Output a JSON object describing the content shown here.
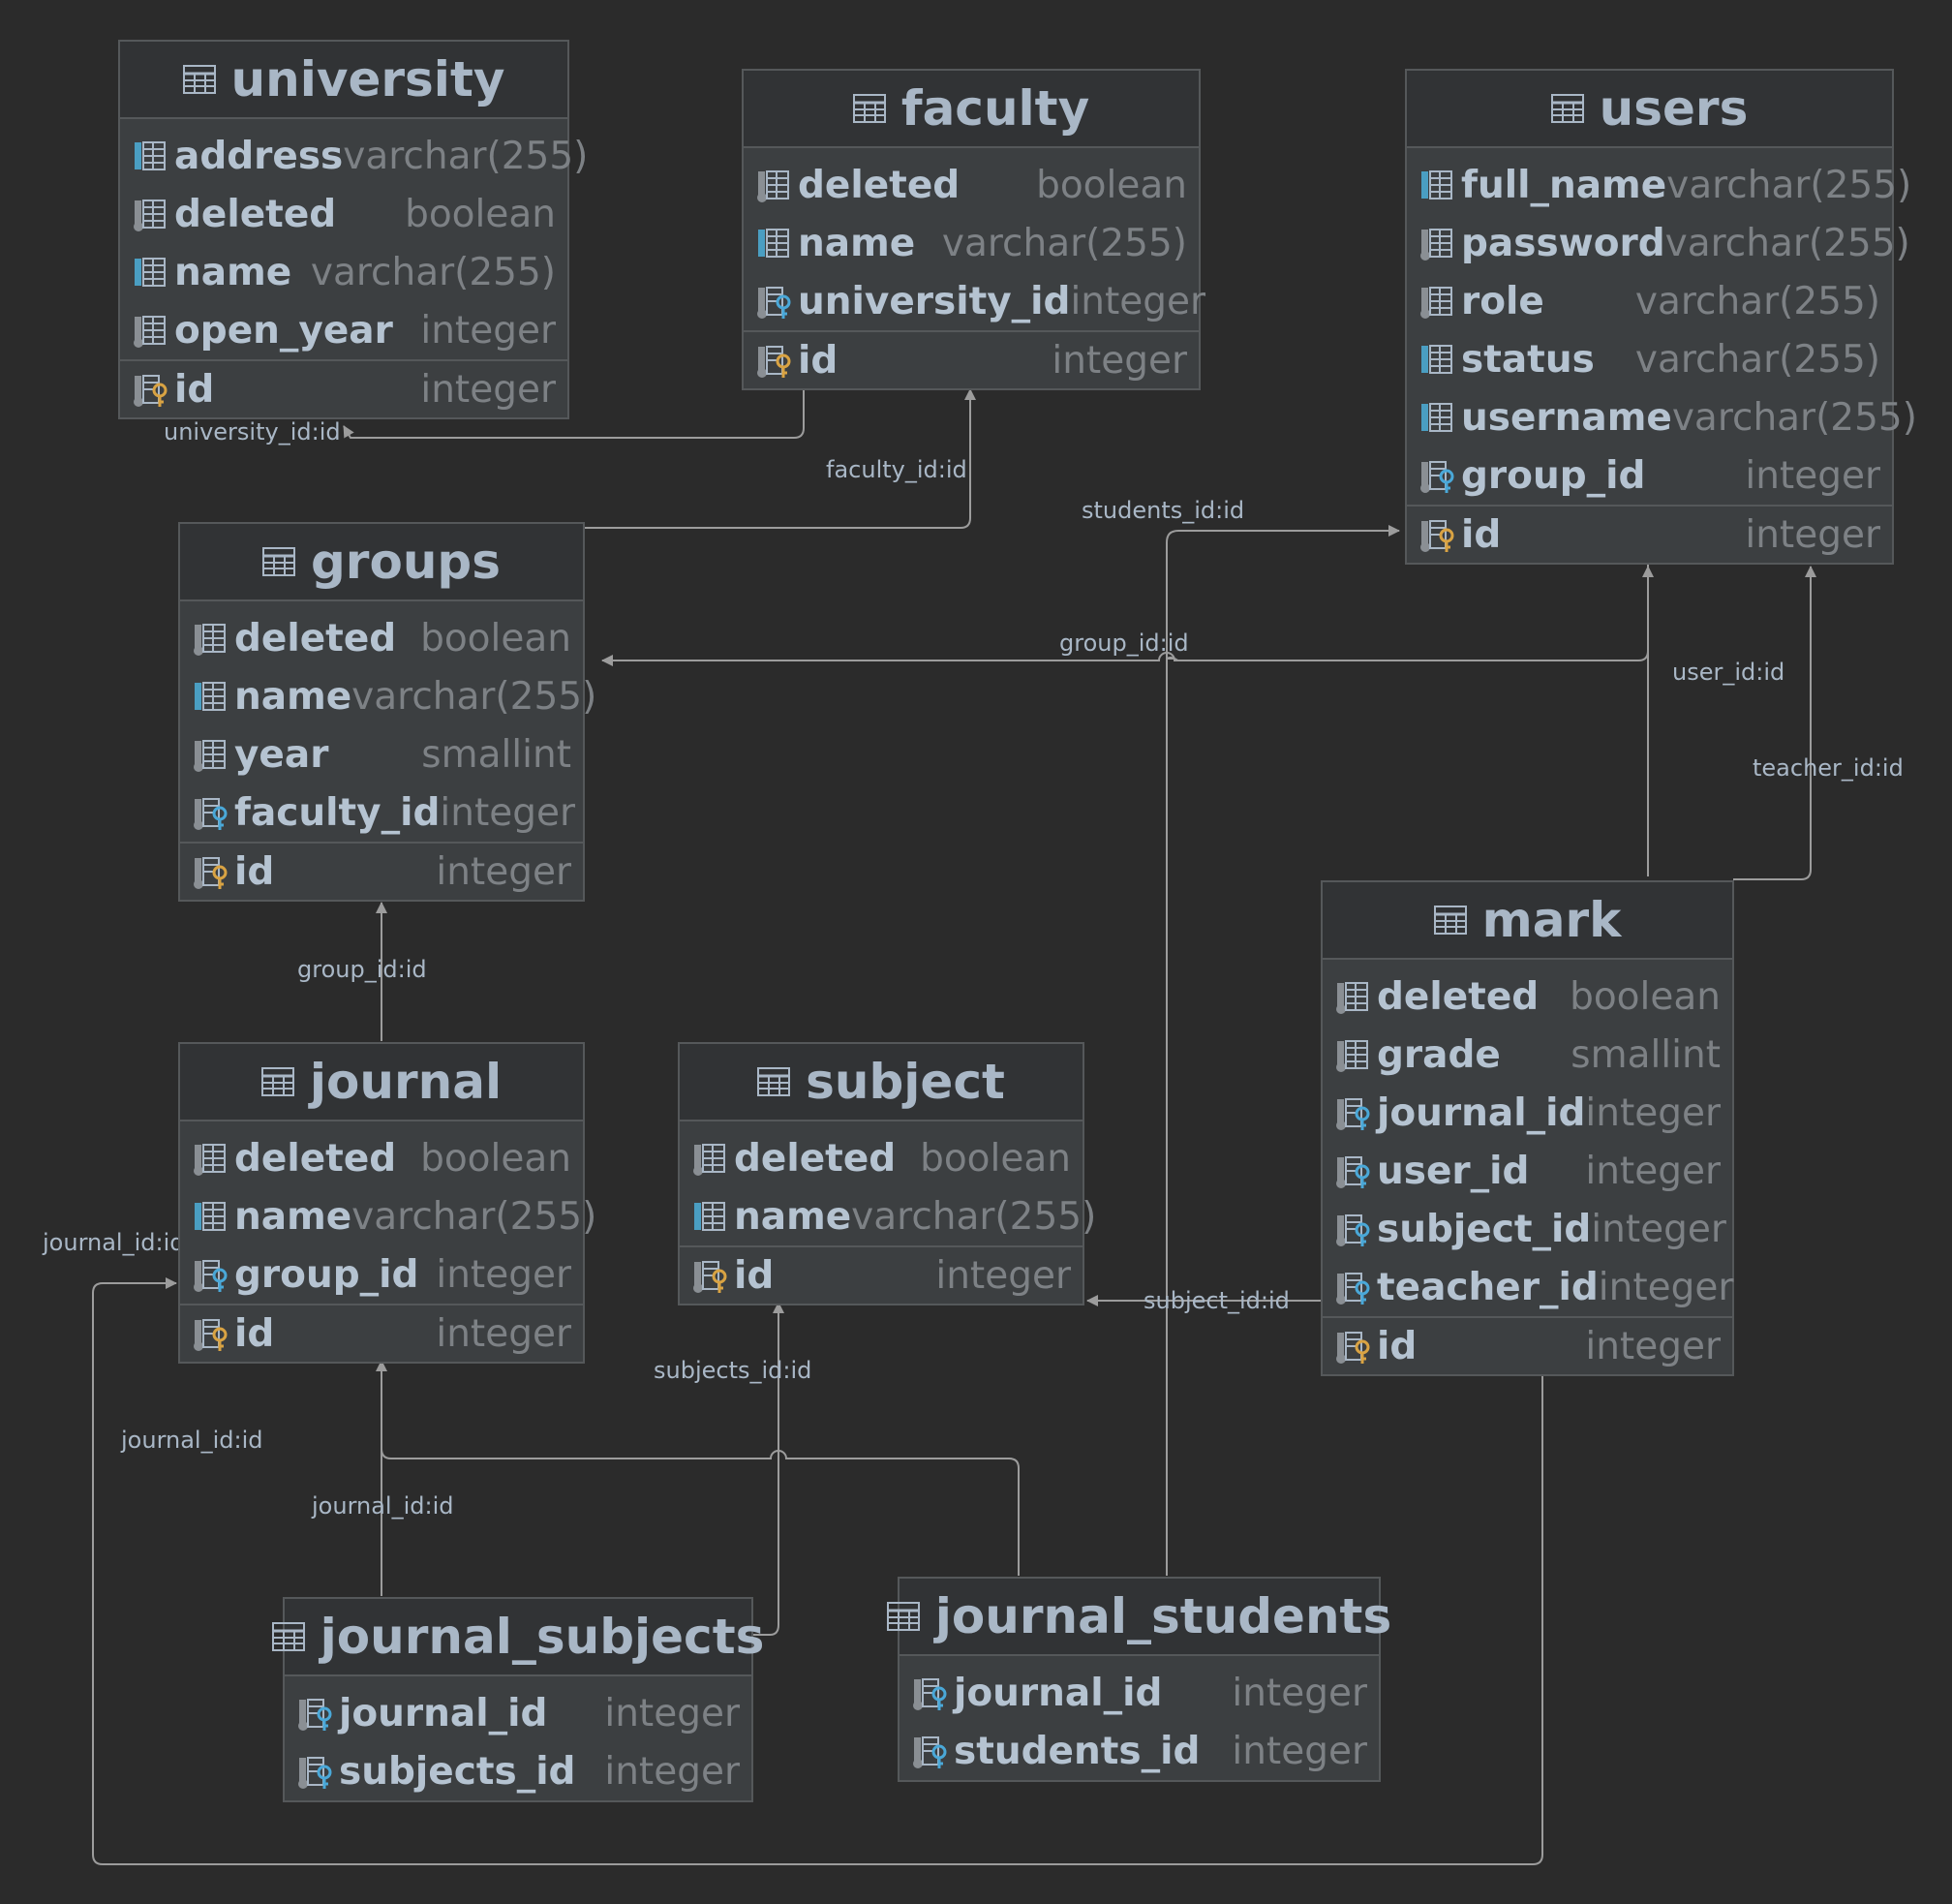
{
  "tables": {
    "university": {
      "name": "university",
      "columns": [
        {
          "name": "address",
          "type": "varchar(255)",
          "icon": "column-icon"
        },
        {
          "name": "deleted",
          "type": "boolean",
          "icon": "column-nullable-icon"
        },
        {
          "name": "name",
          "type": "varchar(255)",
          "icon": "column-icon"
        },
        {
          "name": "open_year",
          "type": "integer",
          "icon": "column-nullable-icon"
        }
      ],
      "pk": {
        "name": "id",
        "type": "integer",
        "icon": "primary-key-icon"
      }
    },
    "faculty": {
      "name": "faculty",
      "columns": [
        {
          "name": "deleted",
          "type": "boolean",
          "icon": "column-nullable-icon"
        },
        {
          "name": "name",
          "type": "varchar(255)",
          "icon": "column-icon"
        },
        {
          "name": "university_id",
          "type": "integer",
          "icon": "foreign-key-icon"
        }
      ],
      "pk": {
        "name": "id",
        "type": "integer",
        "icon": "primary-key-icon"
      }
    },
    "users": {
      "name": "users",
      "columns": [
        {
          "name": "full_name",
          "type": "varchar(255)",
          "icon": "column-icon"
        },
        {
          "name": "password",
          "type": "varchar(255)",
          "icon": "column-nullable-icon"
        },
        {
          "name": "role",
          "type": "varchar(255)",
          "icon": "column-nullable-icon"
        },
        {
          "name": "status",
          "type": "varchar(255)",
          "icon": "column-icon"
        },
        {
          "name": "username",
          "type": "varchar(255)",
          "icon": "column-icon"
        },
        {
          "name": "group_id",
          "type": "integer",
          "icon": "foreign-key-icon"
        }
      ],
      "pk": {
        "name": "id",
        "type": "integer",
        "icon": "primary-key-icon"
      }
    },
    "groups": {
      "name": "groups",
      "columns": [
        {
          "name": "deleted",
          "type": "boolean",
          "icon": "column-nullable-icon"
        },
        {
          "name": "name",
          "type": "varchar(255)",
          "icon": "column-icon"
        },
        {
          "name": "year",
          "type": "smallint",
          "icon": "column-nullable-icon"
        },
        {
          "name": "faculty_id",
          "type": "integer",
          "icon": "foreign-key-icon"
        }
      ],
      "pk": {
        "name": "id",
        "type": "integer",
        "icon": "primary-key-icon"
      }
    },
    "mark": {
      "name": "mark",
      "columns": [
        {
          "name": "deleted",
          "type": "boolean",
          "icon": "column-nullable-icon"
        },
        {
          "name": "grade",
          "type": "smallint",
          "icon": "column-nullable-icon"
        },
        {
          "name": "journal_id",
          "type": "integer",
          "icon": "foreign-key-icon"
        },
        {
          "name": "user_id",
          "type": "integer",
          "icon": "foreign-key-icon"
        },
        {
          "name": "subject_id",
          "type": "integer",
          "icon": "foreign-key-icon"
        },
        {
          "name": "teacher_id",
          "type": "integer",
          "icon": "foreign-key-icon"
        }
      ],
      "pk": {
        "name": "id",
        "type": "integer",
        "icon": "primary-key-icon"
      }
    },
    "journal": {
      "name": "journal",
      "columns": [
        {
          "name": "deleted",
          "type": "boolean",
          "icon": "column-nullable-icon"
        },
        {
          "name": "name",
          "type": "varchar(255)",
          "icon": "column-icon"
        },
        {
          "name": "group_id",
          "type": "integer",
          "icon": "foreign-key-icon"
        }
      ],
      "pk": {
        "name": "id",
        "type": "integer",
        "icon": "primary-key-icon"
      }
    },
    "subject": {
      "name": "subject",
      "columns": [
        {
          "name": "deleted",
          "type": "boolean",
          "icon": "column-nullable-icon"
        },
        {
          "name": "name",
          "type": "varchar(255)",
          "icon": "column-icon"
        }
      ],
      "pk": {
        "name": "id",
        "type": "integer",
        "icon": "primary-key-icon"
      }
    },
    "journal_subjects": {
      "name": "journal_subjects",
      "columns": [
        {
          "name": "journal_id",
          "type": "integer",
          "icon": "foreign-key-icon"
        },
        {
          "name": "subjects_id",
          "type": "integer",
          "icon": "foreign-key-icon"
        }
      ]
    },
    "journal_students": {
      "name": "journal_students",
      "columns": [
        {
          "name": "journal_id",
          "type": "integer",
          "icon": "foreign-key-icon"
        },
        {
          "name": "students_id",
          "type": "integer",
          "icon": "foreign-key-icon"
        }
      ]
    }
  },
  "relations": {
    "university_id": "university_id:id",
    "faculty_id": "faculty_id:id",
    "students_id": "students_id:id",
    "group_id_users": "group_id:id",
    "user_id": "user_id:id",
    "teacher_id": "teacher_id:id",
    "group_id_journal": "group_id:id",
    "journal_id_mark": "journal_id:id",
    "journal_id_students": "journal_id:id",
    "journal_id_subjects": "journal_id:id",
    "subjects_id": "subjects_id:id",
    "subject_id": "subject_id:id"
  },
  "colors": {
    "background": "#2b2b2b",
    "table_body": "#3c3f41",
    "table_header": "#313335",
    "border": "#55585a",
    "text": "#a9b7c6",
    "type_text": "#7d8185",
    "column_icon": "#4a9ec2",
    "key_gold": "#d9a343",
    "key_blue": "#4aa8d8",
    "link": "#9c9c9c"
  }
}
